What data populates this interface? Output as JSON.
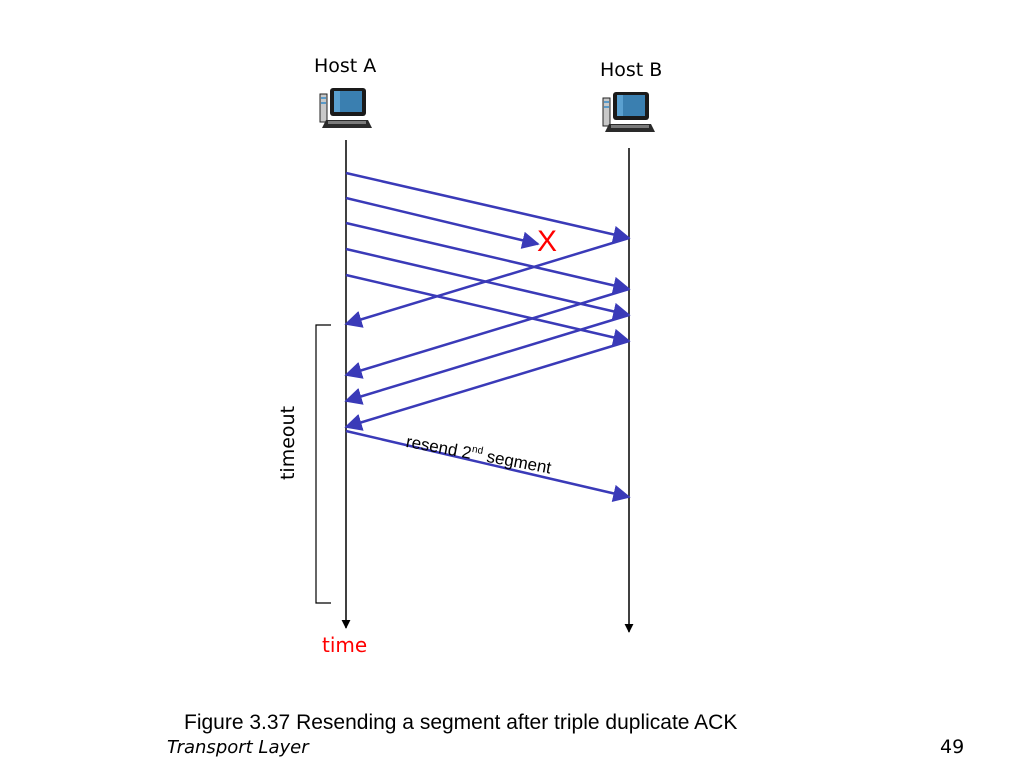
{
  "hosts": {
    "a": {
      "label": "Host A",
      "icon": "desktop-computer-icon"
    },
    "b": {
      "label": "Host B",
      "icon": "desktop-computer-icon"
    }
  },
  "lost_marker": {
    "text": "X",
    "color": "#ff0000"
  },
  "timeout": {
    "label": "timeout"
  },
  "resend": {
    "label_before": "resend 2",
    "label_sup": "nd",
    "label_after": " segment"
  },
  "time_axis": {
    "label": "time",
    "color": "#ff0000"
  },
  "caption": "Figure 3.37 Resending a segment after triple duplicate ACK",
  "footer": {
    "section": "Transport Layer",
    "page_number": "49"
  },
  "colors": {
    "arrow": "#3a3ab8",
    "timeline": "#000000",
    "icon_monitor": "#1a1a1a",
    "icon_screen": "#3a7fb0"
  }
}
